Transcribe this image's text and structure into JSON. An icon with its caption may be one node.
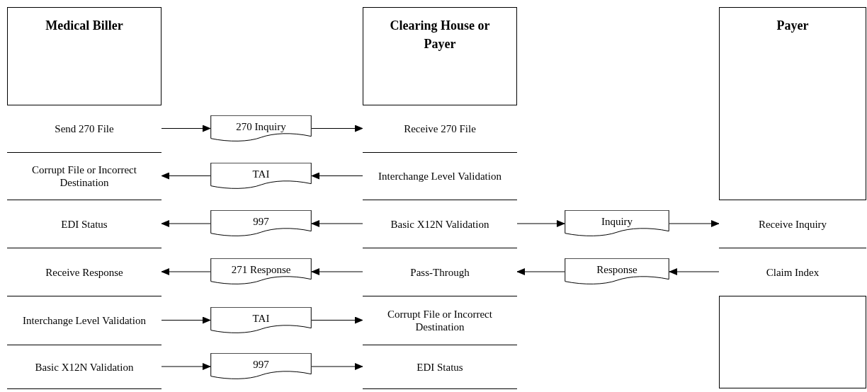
{
  "diagram": {
    "nodes": [
      {
        "text": [
          "Medical Biller"
        ]
      },
      {
        "text": [
          "Send 270 File"
        ],
        "in": 0
      },
      {
        "text": [
          "Corrupt File or Incorrect Destination"
        ],
        "in": 0
      },
      {
        "text": [
          "EDI Status"
        ],
        "in": 0
      },
      {
        "text": [
          "Receive Response"
        ],
        "in": 0
      },
      {
        "text": [
          "Interchange Level Validation"
        ],
        "in": 0
      },
      {
        "text": [
          "Basic X12N Validation"
        ],
        "in": 0
      },
      {
        "text": [
          "270 Inquiry"
        ]
      },
      {
        "text": [
          "TAI"
        ]
      },
      {
        "text": [
          "997"
        ]
      },
      {
        "text": [
          "271 Response"
        ]
      },
      {
        "text": [
          "TAI"
        ]
      },
      {
        "text": [
          "997"
        ]
      },
      {
        "text": [
          "Clearing House or Payer"
        ]
      },
      {
        "text": [
          "Receive 270 File"
        ],
        "in": 13
      },
      {
        "text": [
          "Interchange Level Validation"
        ],
        "in": 13
      },
      {
        "text": [
          "Basic X12N Validation"
        ],
        "in": 13
      },
      {
        "text": [
          "Pass-Through"
        ],
        "in": 13
      },
      {
        "text": [
          "Corrupt File or Incorrect Destination"
        ],
        "in": 13
      },
      {
        "text": [
          "EDI Status"
        ],
        "in": 13
      },
      {
        "text": [
          "Inquiry"
        ]
      },
      {
        "text": [
          "Response"
        ]
      },
      {
        "text": [
          "Payer"
        ]
      },
      {
        "text": [
          "Receive Inquiry"
        ],
        "in": 22
      },
      {
        "text": [
          "Claim Index"
        ],
        "in": 22
      }
    ],
    "edges": [
      {
        "from": 1,
        "to": 7,
        "arrow": "to"
      },
      {
        "from": 7,
        "to": 14,
        "arrow": "to"
      },
      {
        "from": 15,
        "to": 8,
        "arrow": "to"
      },
      {
        "from": 8,
        "to": 2,
        "arrow": "to"
      },
      {
        "from": 16,
        "to": 9,
        "arrow": "to"
      },
      {
        "from": 9,
        "to": 3,
        "arrow": "to"
      },
      {
        "from": 17,
        "to": 10,
        "arrow": "to"
      },
      {
        "from": 10,
        "to": 4,
        "arrow": "to"
      },
      {
        "from": 5,
        "to": 11,
        "arrow": "to"
      },
      {
        "from": 11,
        "to": 18,
        "arrow": "to"
      },
      {
        "from": 6,
        "to": 12,
        "arrow": "to"
      },
      {
        "from": 12,
        "to": 19,
        "arrow": "to"
      },
      {
        "from": 16,
        "to": 20,
        "arrow": "to"
      },
      {
        "from": 20,
        "to": 23,
        "arrow": "to"
      },
      {
        "from": 24,
        "to": 21,
        "arrow": "to"
      },
      {
        "from": 21,
        "to": 17,
        "arrow": "to"
      }
    ]
  }
}
